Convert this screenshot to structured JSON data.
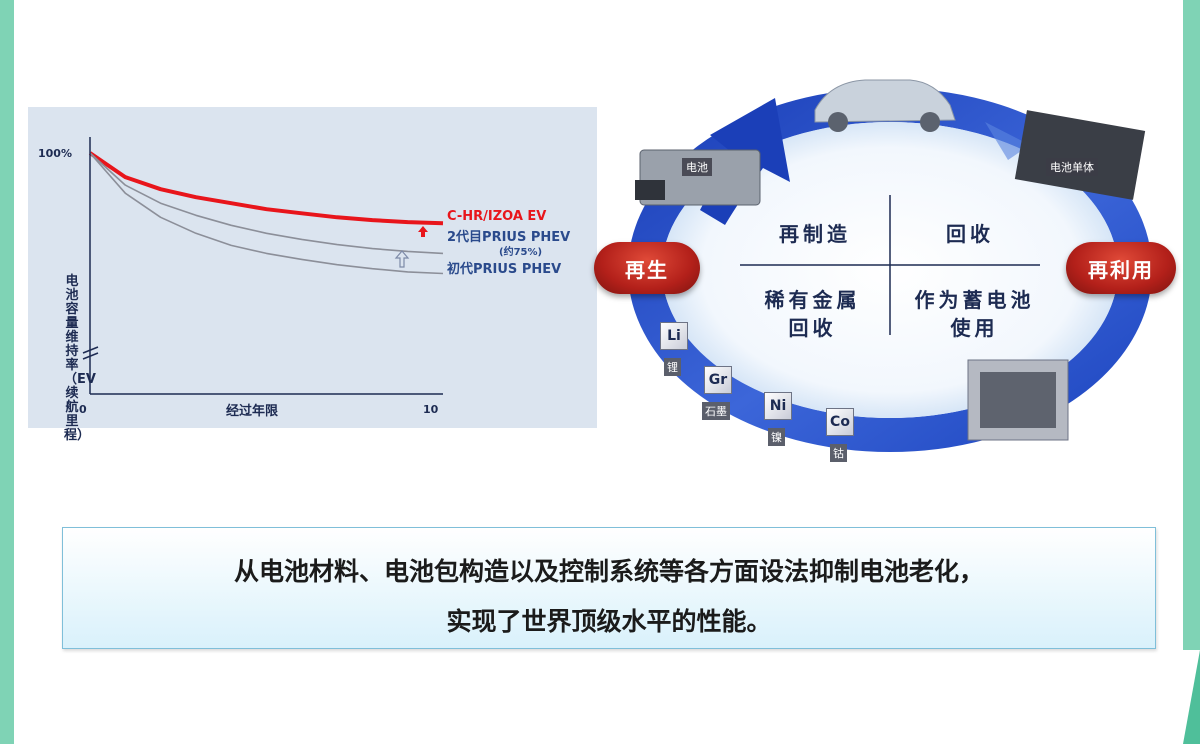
{
  "chart": {
    "y_top_label": "100%",
    "y_axis_title": "电池容量维持率（EV续航里程）",
    "x_start": "0",
    "x_end": "10",
    "x_title": "经过年限",
    "annotation": "(约75%)"
  },
  "chart_data": {
    "type": "line",
    "title": "",
    "xlabel": "经过年限",
    "ylabel": "电池容量维持率（EV续航里程）",
    "xlim": [
      0,
      10
    ],
    "x_ticks": [
      "0",
      "10"
    ],
    "y_ticks": [
      "100%"
    ],
    "series": [
      {
        "name": "C-HR/IZOA EV",
        "color": "#e8151b",
        "x": [
          0,
          1,
          2,
          3,
          4,
          5,
          6,
          7,
          8,
          9,
          10
        ],
        "y": [
          100,
          94,
          91,
          89,
          87.5,
          86,
          85,
          84,
          83.3,
          82.8,
          82.5
        ]
      },
      {
        "name": "2代目PRIUS PHEV",
        "color": "#8c8f99",
        "x": [
          0,
          1,
          2,
          3,
          4,
          5,
          6,
          7,
          8,
          9,
          10
        ],
        "y": [
          100,
          92,
          87.5,
          84.5,
          82,
          80,
          78.5,
          77.2,
          76.2,
          75.5,
          75
        ]
      },
      {
        "name": "初代PRIUS PHEV",
        "color": "#8c8f99",
        "x": [
          0,
          1,
          2,
          3,
          4,
          5,
          6,
          7,
          8,
          9,
          10
        ],
        "y": [
          100,
          90,
          84,
          80,
          77,
          75,
          73.5,
          72.2,
          71.2,
          70.4,
          70
        ]
      }
    ],
    "annotations": [
      "(约75%)"
    ],
    "grid": false,
    "legend": "right"
  },
  "diagram": {
    "left_badge": "再生",
    "right_badge": "再利用",
    "top_left": "再制造",
    "top_right": "回收",
    "bottom_left": "稀有金属\n回收",
    "bottom_right": "作为蓄电池\n使用",
    "battery_tag": "电池",
    "cell_tag": "电池单体",
    "elements": [
      {
        "symbol": "Li",
        "label": "锂"
      },
      {
        "symbol": "Gr",
        "label": "石墨"
      },
      {
        "symbol": "Ni",
        "label": "镍"
      },
      {
        "symbol": "Co",
        "label": "钴"
      }
    ]
  },
  "note": {
    "line1": "从电池材料、电池包构造以及控制系统等各方面设法抑制电池老化，",
    "line2": "实现了世界顶级水平的性能。"
  }
}
